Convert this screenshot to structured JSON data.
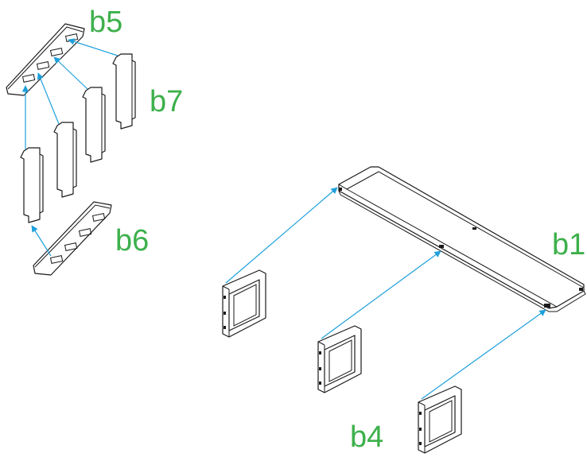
{
  "labels": {
    "b5": "b5",
    "b7": "b7",
    "b6": "b6",
    "b1": "b1",
    "b4": "b4"
  },
  "colors": {
    "label": "#3db04b",
    "arrow": "#1ea0dc",
    "line": "#1a1a1a"
  }
}
